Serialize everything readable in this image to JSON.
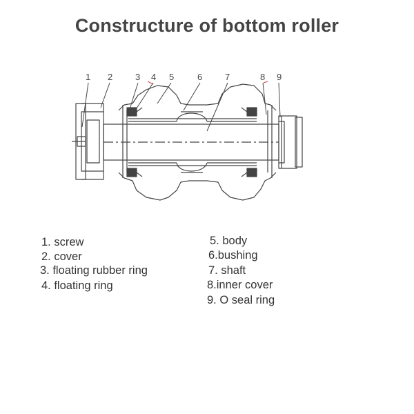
{
  "title": "Constructure of bottom roller",
  "callout_numbers": [
    "1",
    "2",
    "3",
    "4",
    "5",
    "6",
    "7",
    "8",
    "9"
  ],
  "legend_left": [
    "1. screw",
    "2. cover",
    "3. floating rubber ring",
    "4. floating ring"
  ],
  "legend_right": [
    "5. body",
    "6.bushing",
    "7. shaft",
    "8.inner cover",
    "9. O seal ring"
  ],
  "colors": {
    "callout_mark": "#d04040",
    "line": "#444444"
  }
}
